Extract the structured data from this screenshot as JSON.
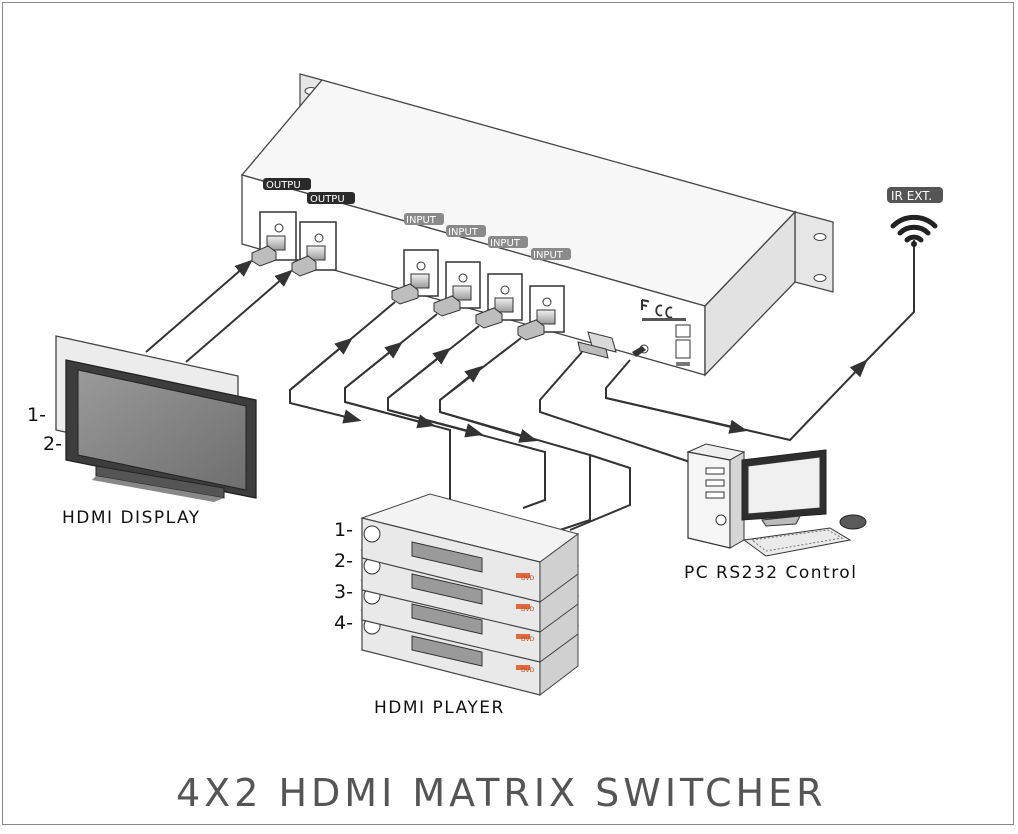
{
  "title": "4X2  HDMI MATRIX SWITCHER",
  "labels": {
    "display": "HDMI  DISPLAY",
    "player": "HDMI PLAYER",
    "pc": "PC RS232 Control",
    "ir": "IR EXT."
  },
  "switcher": {
    "output_tags": [
      "OUTPU",
      "OUTPU"
    ],
    "input_tags": [
      "INPUT",
      "INPUT",
      "INPUT",
      "INPUT"
    ]
  },
  "display_numbers": [
    "1-",
    "2-"
  ],
  "player_numbers": [
    "1-",
    "2-",
    "3-",
    "4-"
  ],
  "player_badge": "DVD",
  "colors": {
    "line": "#333333",
    "tag_dark": "#2a2a2a",
    "tag_gray": "#8a8a8a",
    "title": "#555555"
  }
}
